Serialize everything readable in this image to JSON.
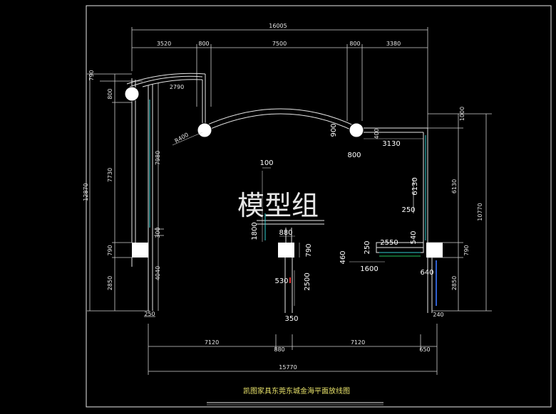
{
  "watermark": "模型组",
  "caption": "凯图家具东莞东城金海平面放线图",
  "top_total": "16005",
  "top_segments": [
    "3520",
    "800",
    "7500",
    "800",
    "3380"
  ],
  "bottom_segments": [
    "7120",
    "880",
    "7120",
    "650"
  ],
  "bottom_total": "15770",
  "left_dims": [
    "790",
    "800",
    "7730",
    "790",
    "2850"
  ],
  "left_total": "12870",
  "left_inner": [
    "7980",
    "300",
    "4040"
  ],
  "left_bottom": "250",
  "top_left_width": "2790",
  "radius": "R400",
  "mid_right": [
    "900",
    "400",
    "800",
    "3130"
  ],
  "right_dims": [
    "1000",
    "6130",
    "790",
    "2850"
  ],
  "right_inner": [
    "6130",
    "250",
    "540"
  ],
  "right_total": "10770",
  "center_dims": [
    "100",
    "1800",
    "880",
    "790",
    "530",
    "2500",
    "350"
  ],
  "right_lower": [
    "2550",
    "250",
    "460",
    "1600",
    "640",
    "240"
  ],
  "colors": {
    "lines": "#e8e8e8",
    "cyan": "#2fd0d0",
    "green": "#22c55e",
    "red": "#e03030",
    "caption": "#e8e26a"
  }
}
